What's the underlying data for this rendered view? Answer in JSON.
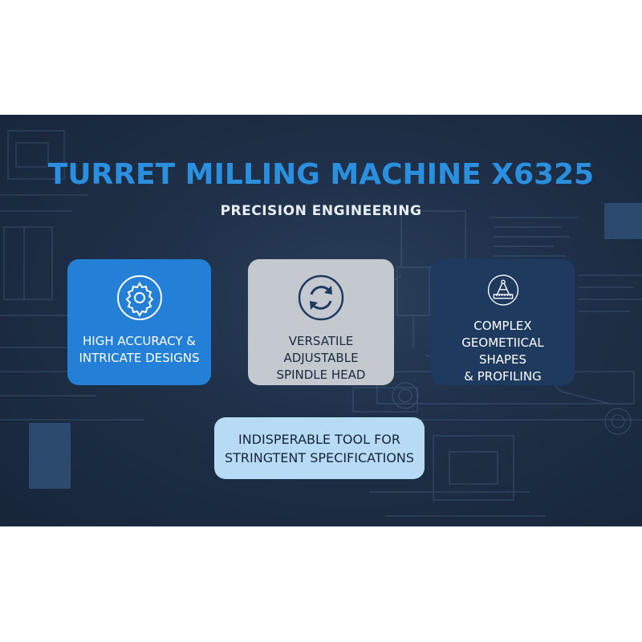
{
  "banner": {
    "title": "TURRET MILLING MACHINE X6325",
    "subtitle": "PRECISION ENGINEERING"
  },
  "features": [
    {
      "label": "HIGH ACCURACY &\nINTRICATE DESIGNS",
      "icon": "gear-icon"
    },
    {
      "label": "VERSATILE ADJUSTABLE\nSPINDLE HEAD",
      "icon": "rotate-arrows-icon"
    },
    {
      "label": "COMPLEX\nGEOMETIICAL SHAPES\n& PROFILING",
      "icon": "compass-ruler-icon"
    }
  ],
  "callout": {
    "label": "INDISPERABLE TOOL FOR\nSTRINGTENT SPECIFICATIONS"
  },
  "colors": {
    "title_blue": "#2b8fe0",
    "card_blue": "#2380d6",
    "card_gray": "#c4c9d0",
    "card_navy": "#1f3a5f",
    "callout_light_blue": "#b7dbf5",
    "background": "#1e2f47"
  }
}
